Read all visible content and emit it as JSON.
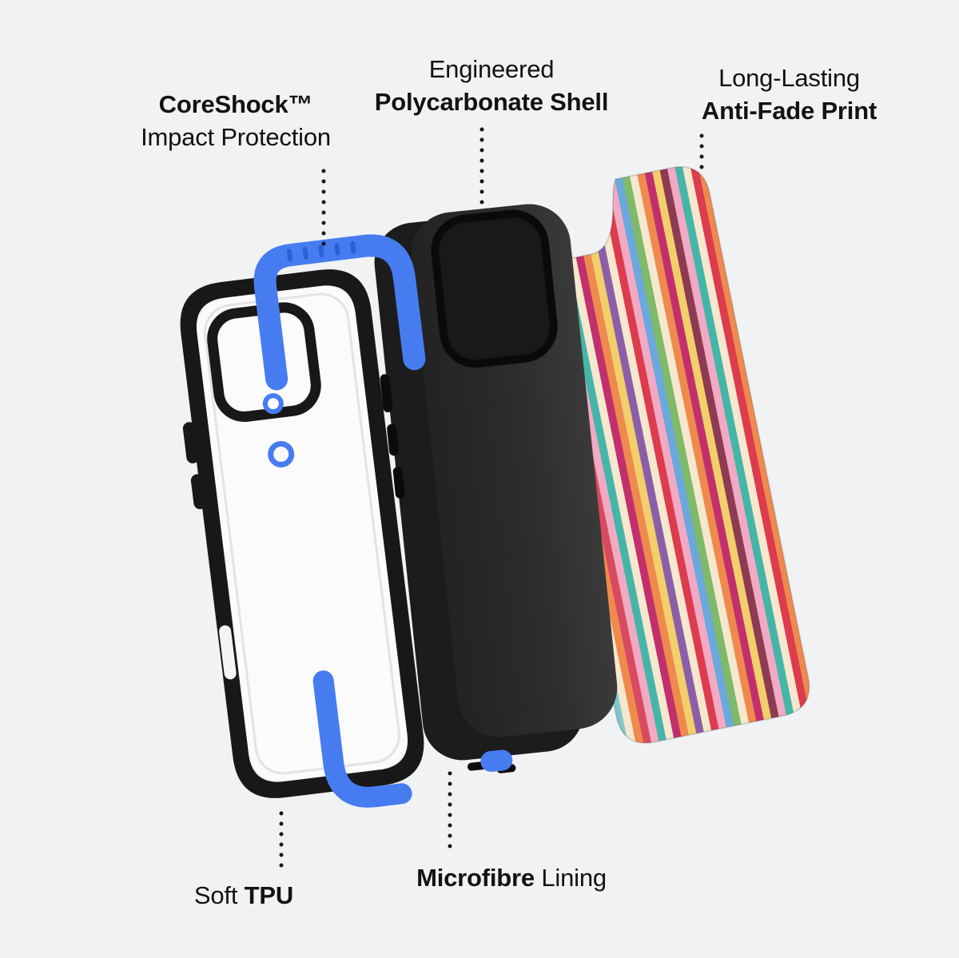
{
  "labels": {
    "coreshock": {
      "title": "CoreShock™",
      "subtitle": "Impact Protection"
    },
    "shell": {
      "line1": "Engineered",
      "line2": "Polycarbonate Shell"
    },
    "print": {
      "line1": "Long-Lasting",
      "line2": "Anti-Fade Print"
    },
    "tpu": {
      "regular": "Soft ",
      "bold": "TPU"
    },
    "microfibre": {
      "bold": "Microfibre ",
      "regular": "Lining"
    }
  },
  "colors": {
    "background": "#f1f2f4",
    "dotted_line": "#141414",
    "accent_blue": "#477cf1",
    "accent_blue_dark": "#2d5fd8",
    "case_black": "#181818",
    "case_back_white": "#fbfbfc",
    "shell_gray": "#2b2b2b",
    "lining_dark": "#1c1c1c",
    "stripes": [
      "#7ec8c9",
      "#f6e8cf",
      "#ef8a4e",
      "#d84a5f",
      "#f2a9c4",
      "#45b5a9",
      "#f6e8cf",
      "#c22f6d",
      "#ef8a4e",
      "#f3cf6b",
      "#8a5fa8",
      "#f6e8cf",
      "#dd3b4e",
      "#f2a9c4",
      "#6aa8dd",
      "#7fb96a",
      "#f6e8cf",
      "#ef8a4e",
      "#c22f6d",
      "#f3cf6b",
      "#8c3b52",
      "#f2a9c4",
      "#45b5a9",
      "#f6e8cf",
      "#dd3b4e",
      "#ef8a4e"
    ]
  }
}
